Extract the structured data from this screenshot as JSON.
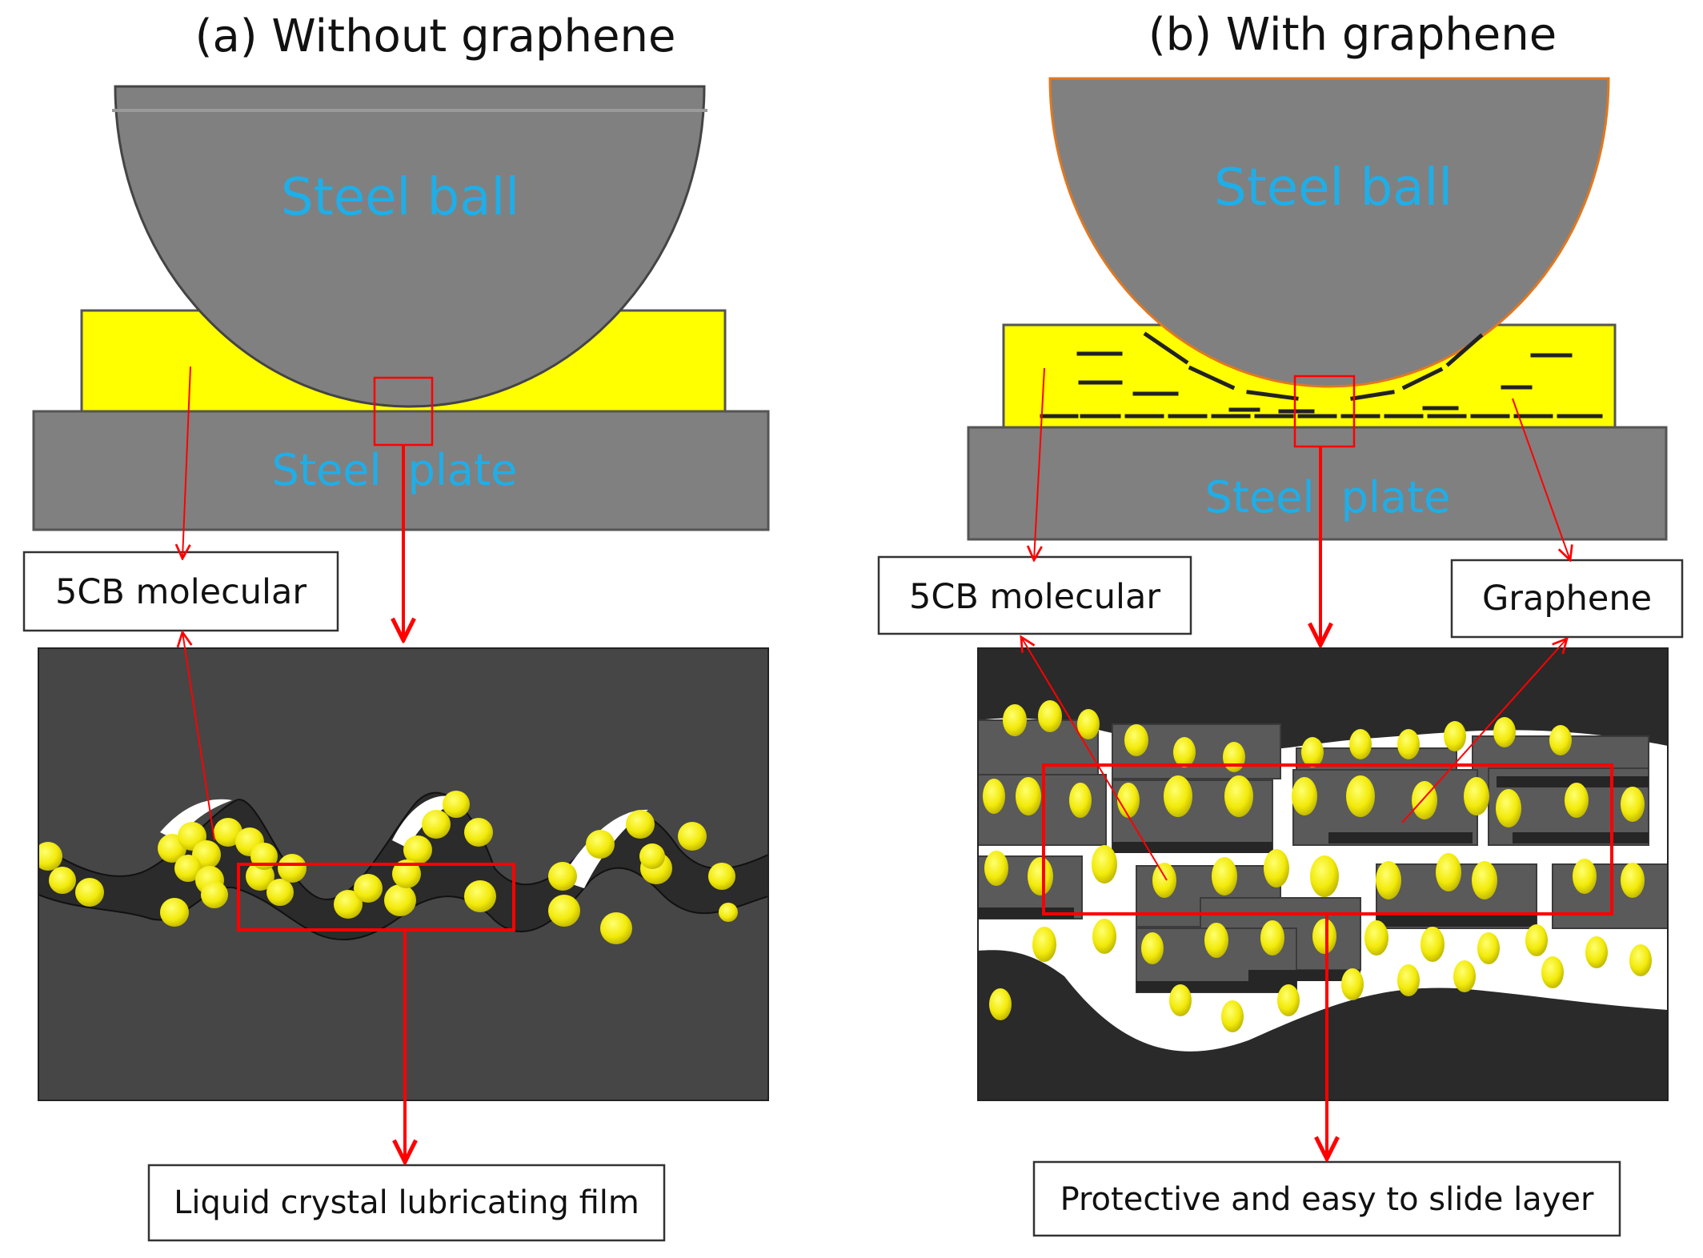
{
  "colors": {
    "steel": "#808080",
    "steel_dark": "#595959",
    "lubricant": "#FFFF00",
    "molecule": "#F2EA0A",
    "label_blue": "#1FAEE8",
    "arrow_red": "#FF0000",
    "zoom_bg": "#464646"
  },
  "panel_a": {
    "title": "(a) Without graphene",
    "ball_label": "Steel ball",
    "plate_label_1": "Steel",
    "plate_label_2": "plate",
    "molecule_label": "5CB molecular",
    "film_label": "Liquid crystal lubricating film"
  },
  "panel_b": {
    "title": "(b) With graphene",
    "ball_label": "Steel ball",
    "plate_label_1": "Steel",
    "plate_label_2": "plate",
    "molecule_label": "5CB molecular",
    "graphene_label": "Graphene",
    "layer_label": "Protective  and easy to slide layer"
  }
}
